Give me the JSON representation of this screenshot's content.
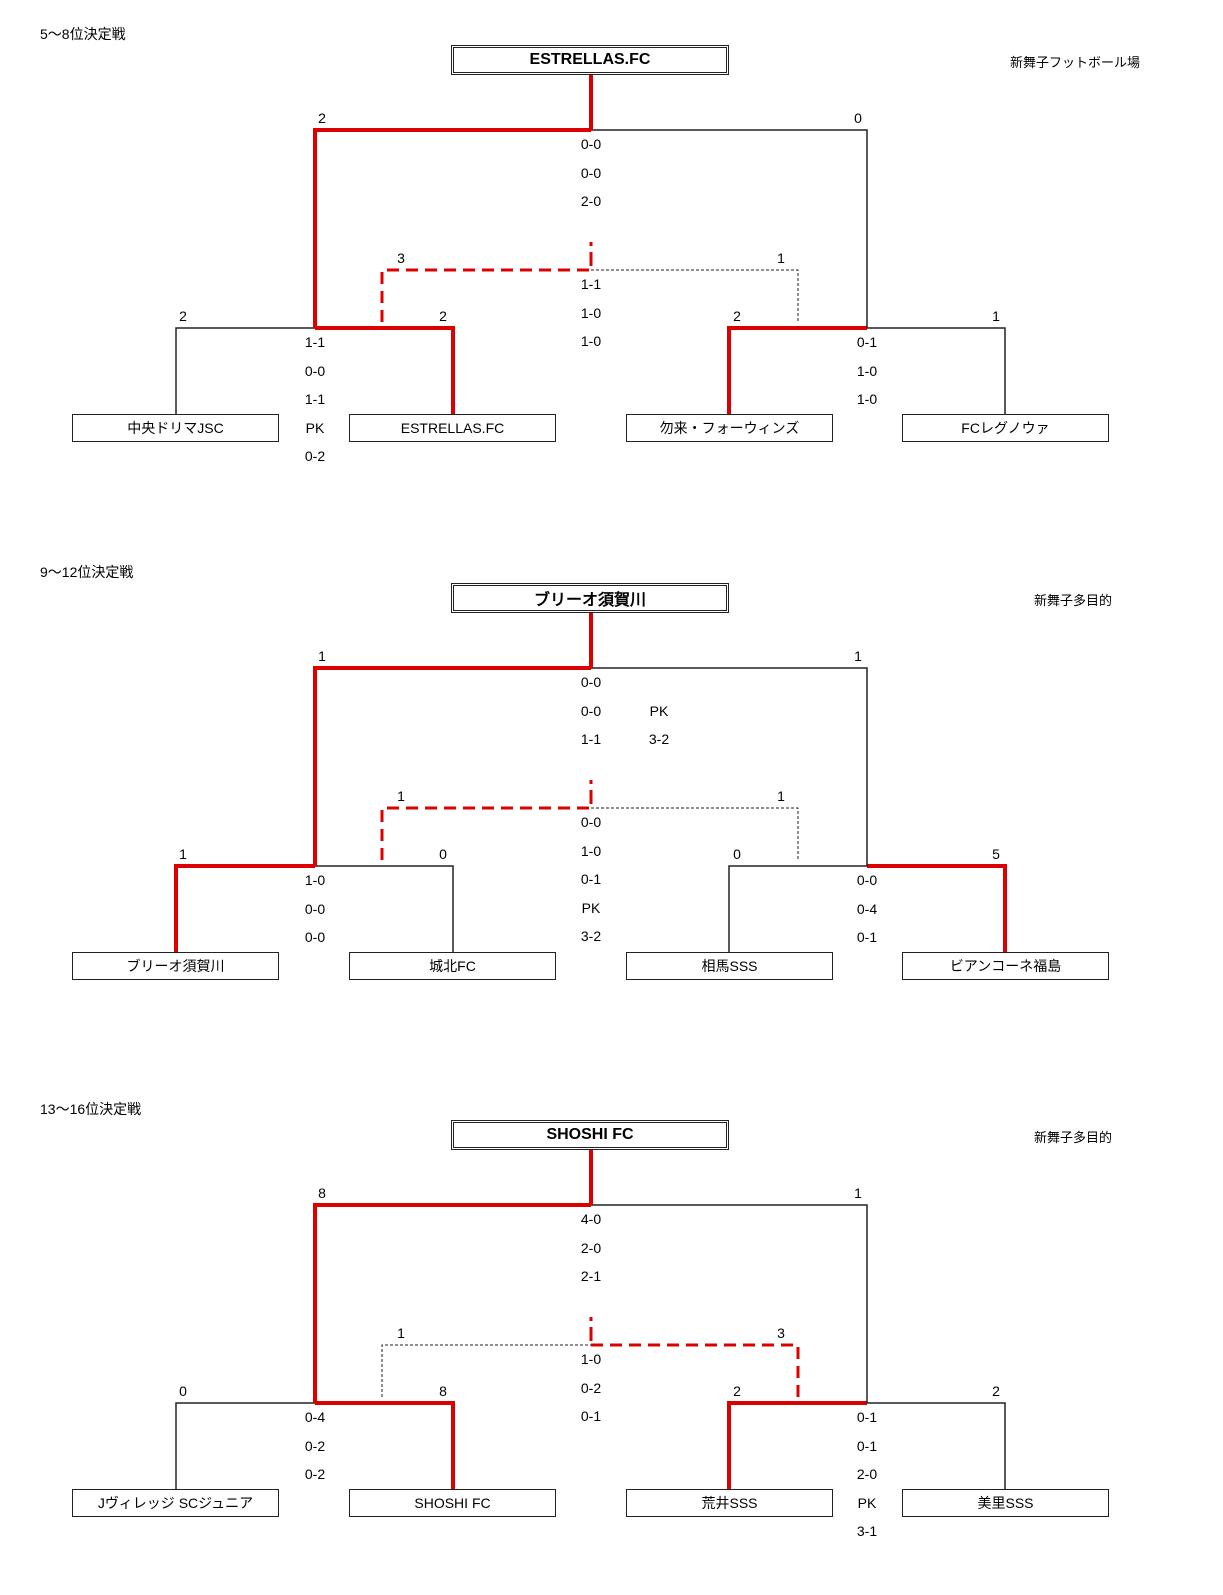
{
  "brackets": [
    {
      "title": "5〜8位決定戦",
      "venue": "新舞子フットボール場",
      "winner": "ESTRELLAS.FC",
      "teams": [
        "中央ドリマJSC",
        "ESTRELLAS.FC",
        "勿来・フォーウィンズ",
        "FCレグノウァ"
      ],
      "semi_left": {
        "scores": [
          "2",
          "2"
        ],
        "periods": [
          "1-1",
          "0-0",
          "1-1",
          "PK",
          "0-2"
        ],
        "winner": "right"
      },
      "semi_right": {
        "scores": [
          "2",
          "1"
        ],
        "periods": [
          "0-1",
          "1-0",
          "1-0"
        ],
        "winner": "left"
      },
      "final": {
        "scores": [
          "2",
          "0"
        ],
        "periods": [
          "0-0",
          "0-0",
          "2-0"
        ],
        "pk": [],
        "winner": "left"
      },
      "third": {
        "scores": [
          "3",
          "1"
        ],
        "periods": [
          "1-1",
          "1-0",
          "1-0"
        ],
        "winner": "left"
      }
    },
    {
      "title": "9〜12位決定戦",
      "venue": "新舞子多目的",
      "winner": "ブリーオ須賀川",
      "teams": [
        "ブリーオ須賀川",
        "城北FC",
        "相馬SSS",
        "ビアンコーネ福島"
      ],
      "semi_left": {
        "scores": [
          "1",
          "0"
        ],
        "periods": [
          "1-0",
          "0-0",
          "0-0"
        ],
        "winner": "left"
      },
      "semi_right": {
        "scores": [
          "0",
          "5"
        ],
        "periods": [
          "0-0",
          "0-4",
          "0-1"
        ],
        "winner": "right"
      },
      "final": {
        "scores": [
          "1",
          "1"
        ],
        "periods": [
          "0-0",
          "0-0",
          "1-1"
        ],
        "pk": [
          "PK",
          "3-2"
        ],
        "winner": "left"
      },
      "third": {
        "scores": [
          "1",
          "1"
        ],
        "periods": [
          "0-0",
          "1-0",
          "0-1",
          "PK",
          "3-2"
        ],
        "winner": "left"
      }
    },
    {
      "title": "13〜16位決定戦",
      "venue": "新舞子多目的",
      "winner": "SHOSHI FC",
      "teams": [
        "Jヴィレッジ SCジュニア",
        "SHOSHI FC",
        "荒井SSS",
        "美里SSS"
      ],
      "semi_left": {
        "scores": [
          "0",
          "8"
        ],
        "periods": [
          "0-4",
          "0-2",
          "0-2"
        ],
        "winner": "right"
      },
      "semi_right": {
        "scores": [
          "2",
          "2"
        ],
        "periods": [
          "0-1",
          "0-1",
          "2-0",
          "PK",
          "3-1"
        ],
        "winner": "left"
      },
      "final": {
        "scores": [
          "8",
          "1"
        ],
        "periods": [
          "4-0",
          "2-0",
          "2-1"
        ],
        "pk": [],
        "winner": "left"
      },
      "third": {
        "scores": [
          "1",
          "3"
        ],
        "periods": [
          "1-0",
          "0-2",
          "0-1"
        ],
        "winner": "right"
      }
    }
  ],
  "colors": {
    "win_line": "#dd0000",
    "line": "#222222"
  }
}
